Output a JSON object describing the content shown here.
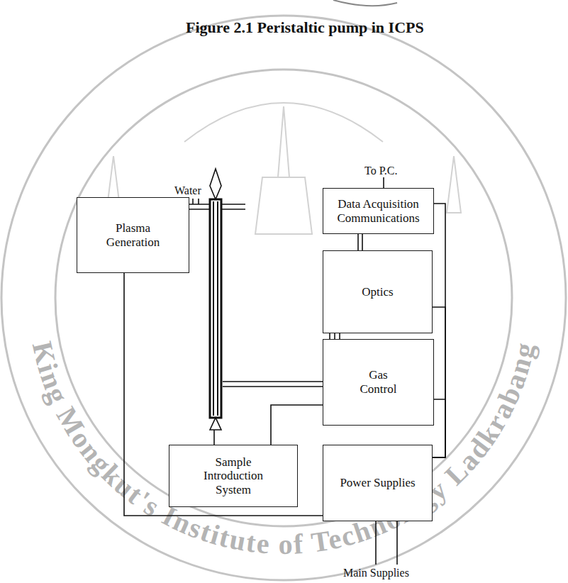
{
  "diagram": {
    "title": "Figure 2.1 Peristaltic pump in ICPS",
    "nodes": [
      {
        "text": [
          "Data Acquisition Communications"
        ]
      },
      {
        "text": [
          "Optics"
        ]
      },
      {
        "text": [
          "Plasma Generation"
        ]
      },
      {
        "text": [
          "Gas Control"
        ]
      },
      {
        "text": [
          "Sample Introduction System"
        ]
      },
      {
        "text": [
          "Power Supplies"
        ]
      }
    ],
    "edges": [
      {
        "from": 0,
        "to": 1,
        "arrow": "none"
      },
      {
        "from": 5,
        "to": 0,
        "arrow": "none"
      },
      {
        "from": 5,
        "to": 1,
        "arrow": "none"
      },
      {
        "from": 5,
        "to": 3,
        "arrow": "none"
      },
      {
        "from": 5,
        "to": 2,
        "arrow": "none"
      },
      {
        "from": 4,
        "to": 3,
        "arrow": "none"
      },
      {
        "from": 1,
        "to": 3,
        "arrow": "none"
      }
    ],
    "labels": [
      "To P.C.",
      "Water",
      "Main Supplies",
      "King Mongkut's Institute of Technology Ladkrabang"
    ]
  }
}
